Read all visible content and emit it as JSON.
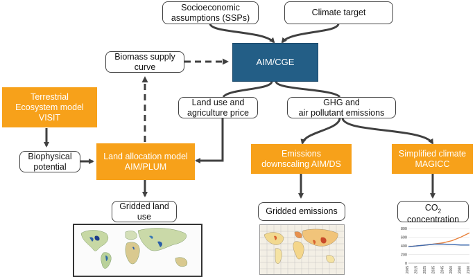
{
  "nodes": {
    "ssp": "Socioeconomic\nassumptions (SSPs)",
    "climate_target": "Climate target",
    "biomass": "Biomass supply\ncurve",
    "aim_cge": "AIM/CGE",
    "terrestrial": "Terrestrial\nEcosystem model\nVISIT",
    "land_use_price": "Land use and\nagriculture price",
    "ghg": "GHG and\nair pollutant emissions",
    "biophysical": "Biophysical\npotential",
    "land_allocation": "Land allocation model\nAIM/PLUM",
    "emissions_downscaling": "Emissions\ndownscaling AIM/DS",
    "simplified_climate": "Simplified climate\nMAGICC",
    "gridded_land": "Gridded land\nuse",
    "gridded_emissions": "Gridded emissions",
    "co2_main": "CO",
    "co2_sub": "2",
    "co2_line2": "concentration"
  },
  "colors": {
    "orange": "#f7a11a",
    "blue": "#235e86",
    "arrow": "#404040"
  },
  "chart_data": {
    "type": "line",
    "x": [
      2005,
      2015,
      2025,
      2035,
      2045,
      2060,
      2080,
      2100
    ],
    "xticks": [
      "2005",
      "2015",
      "2025",
      "2035",
      "2045",
      "2060",
      "2080",
      "2100"
    ],
    "yticks": [
      "0",
      "200",
      "400",
      "600",
      "800"
    ],
    "ylim": [
      0,
      800
    ],
    "series": [
      {
        "values": [
          380,
          400,
          420,
          445,
          470,
          520,
          600,
          700
        ],
        "color": "#e8803a"
      },
      {
        "values": [
          380,
          400,
          420,
          440,
          440,
          430,
          420,
          420
        ],
        "color": "#3d6ab0"
      }
    ],
    "grid": true
  }
}
